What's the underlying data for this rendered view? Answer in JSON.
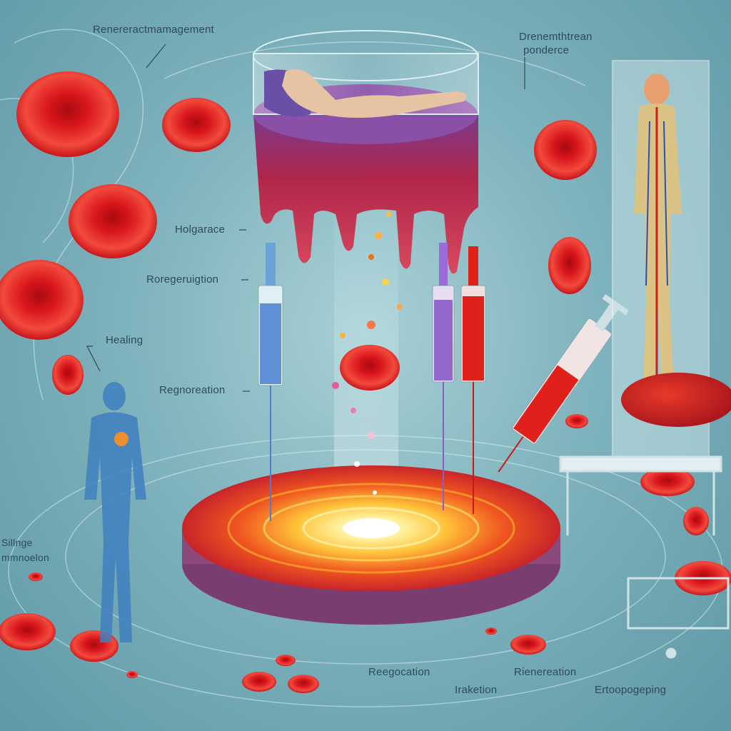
{
  "labels": {
    "top_left": "Renereractmamagement",
    "top_right_line1": "Drenemthtrean",
    "top_right_line2": "ponderce",
    "holgarace": "Holgarace",
    "reregeration": "Roregeruigtion",
    "healing": "Healing",
    "regenoration": "Regnoreation",
    "left_edge_line1": "Sillnge",
    "left_edge_line2": "mmnoelon",
    "bottom_1": "Reegocation",
    "bottom_2": "Iraketion",
    "bottom_3": "Rienereation",
    "bottom_4": "Ertoopogeping"
  },
  "colors": {
    "background": "#7fb3bd",
    "blood_cell": "#d8161c",
    "blood_cell_light": "#f24a3d",
    "platform_core": "#ffe46b",
    "platform_rim": "#8c4a7a",
    "tissue": "#a8264a",
    "syringe_blue": "#4a7fd0",
    "syringe_purple": "#8a5bc9",
    "syringe_red": "#e0201a",
    "figure_blue": "#3f7fc0",
    "label_text": "#2f4a57"
  }
}
